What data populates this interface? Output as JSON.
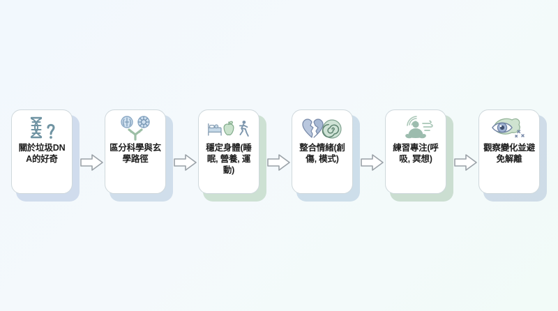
{
  "diagram": {
    "type": "horizontal-flowchart",
    "background_color": "#f3f9fd",
    "arrow_color": "#ffffff",
    "arrow_stroke": "#8a9096",
    "node_border_color": "#cfd8dc",
    "node_fill": "#ffffff",
    "steps": [
      {
        "id": "step-1",
        "label": "關於垃圾DNA的好奇",
        "icon": "dna-question-icon",
        "shadow_color": "#c9d7ea",
        "icon_color": "#7d9aa8"
      },
      {
        "id": "step-2",
        "label": "區分科學與玄學路徑",
        "icon": "brain-mystic-fork-icon",
        "shadow_color": "#c9d9e8",
        "icon_color": "#8aa8c4"
      },
      {
        "id": "step-3",
        "label": "穩定身體(睡眠, 營養, 運動)",
        "icon": "bed-apple-runner-icon",
        "shadow_color": "#c6ddcb",
        "icon_color": "#9dbfa6"
      },
      {
        "id": "step-4",
        "label": "整合情緒(創傷, 模式)",
        "icon": "broken-heart-spiral-icon",
        "shadow_color": "#c6d8e6",
        "icon_color": "#93a8c6"
      },
      {
        "id": "step-5",
        "label": "練習專注(呼吸, 冥想)",
        "icon": "meditation-breath-icon",
        "shadow_color": "#c3d8c9",
        "icon_color": "#9cbcae"
      },
      {
        "id": "step-6",
        "label": "觀察變化並避免解離",
        "icon": "eye-observe-icon",
        "shadow_color": "#c8d6e4",
        "icon_color": "#93a8c6"
      }
    ],
    "connectors": [
      {
        "id": "arrow-1",
        "from": "step-1",
        "to": "step-2",
        "glyph": "arrow-right-icon"
      },
      {
        "id": "arrow-2",
        "from": "step-2",
        "to": "step-3",
        "glyph": "arrow-right-icon"
      },
      {
        "id": "arrow-3",
        "from": "step-3",
        "to": "step-4",
        "glyph": "arrow-right-icon"
      },
      {
        "id": "arrow-4",
        "from": "step-4",
        "to": "step-5",
        "glyph": "arrow-right-icon"
      },
      {
        "id": "arrow-5",
        "from": "step-5",
        "to": "step-6",
        "glyph": "arrow-right-icon"
      }
    ]
  }
}
